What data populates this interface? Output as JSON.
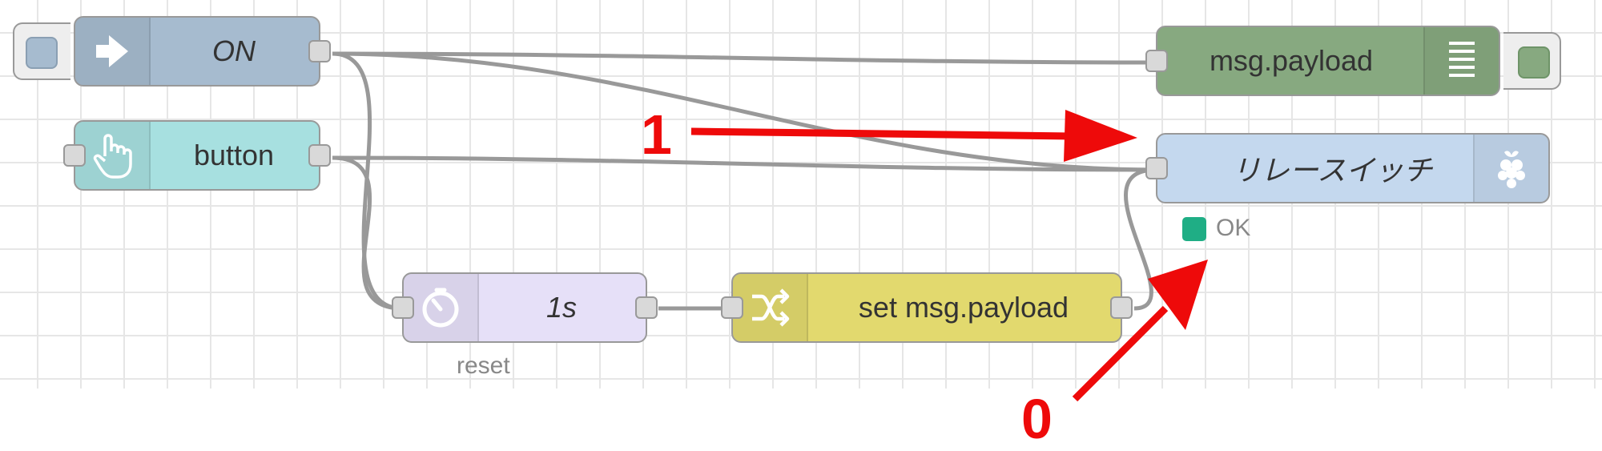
{
  "nodes": {
    "inject": {
      "label": "ON",
      "icon": "arrow-in-icon",
      "color": "#a6bbcf"
    },
    "button": {
      "label": "button",
      "icon": "hand-pointer-icon",
      "color": "#a7e0e0"
    },
    "trigger": {
      "label": "1s",
      "sublabel": "reset",
      "icon": "timer-icon",
      "color": "#e6e0f8"
    },
    "change": {
      "label": "set msg.payload",
      "icon": "shuffle-icon",
      "color": "#e2d96e"
    },
    "debug": {
      "label": "msg.payload",
      "icon": "list-icon",
      "color": "#87a980"
    },
    "relay": {
      "label": "リレースイッチ",
      "icon": "raspberry-pi-icon",
      "color": "#c4d8ee",
      "status": "OK",
      "status_color": "#1fae85"
    }
  },
  "annotations": {
    "arrow_one": "1",
    "arrow_zero": "0",
    "arrow_color": "#ee0a0a"
  }
}
